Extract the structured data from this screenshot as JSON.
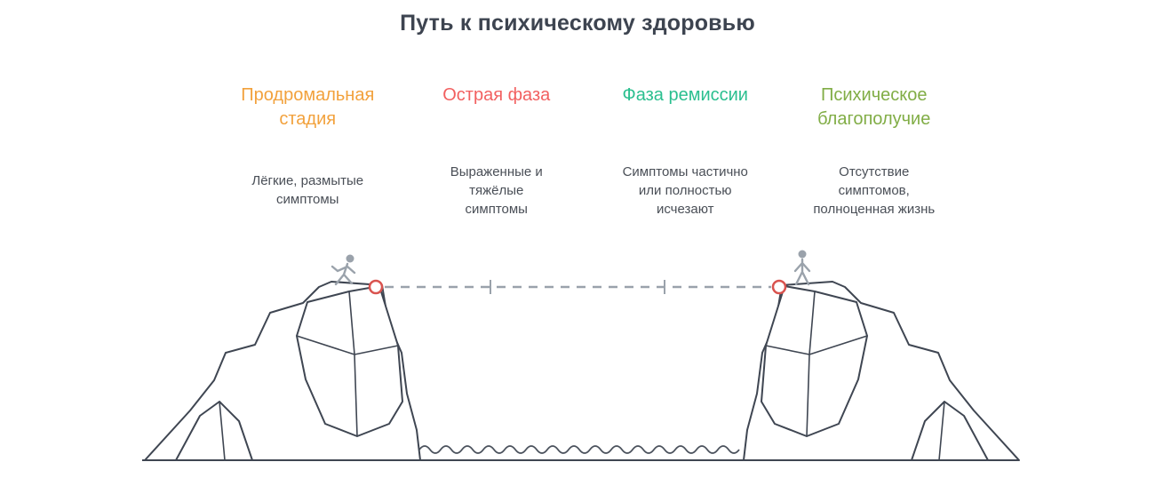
{
  "title": "Путь к психическому здоровью",
  "title_color": "#3d4450",
  "description_color": "#4a4f57",
  "stages": [
    {
      "label": "Продромальная стадия",
      "description": "Лёгкие, размытые симптомы",
      "color": "#f2a13c"
    },
    {
      "label": "Острая фаза",
      "description": "Выраженные и тяжёлые симптомы",
      "color": "#f26060"
    },
    {
      "label": "Фаза ремиссии",
      "description": "Симптомы частично или полностью исчезают",
      "color": "#2abf8f"
    },
    {
      "label": "Психическое благополучие",
      "description": "Отсутствие симптомов, полноценная жизнь",
      "color": "#81ad46"
    }
  ],
  "illustration": {
    "left_icon": "cliff-with-stick-figure",
    "right_icon": "cliff-with-stick-figure",
    "rope_icon": "dashed-tightrope-line",
    "anchor_icon": "red-ring-anchor",
    "water_icon": "wavy-water-line",
    "outline_color": "#3f4652",
    "figure_color": "#9aa2ab",
    "rope_color": "#9aa2ab",
    "anchor_color": "#d9534f",
    "water_color": "#4a515c"
  }
}
